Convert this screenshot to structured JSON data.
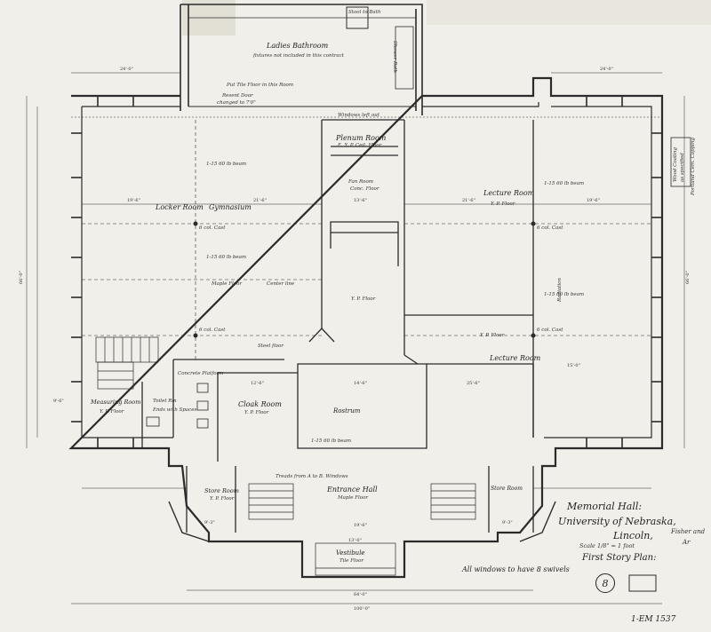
{
  "rooms": {
    "ladies_bathroom": "Ladies Bathroom",
    "locker_room": "Locker Room",
    "gymnasium": "Gymnasium",
    "plenum_room": "Plenum Room",
    "fan_room": "Fan Room",
    "lecture_room_1": "Lecture Room",
    "lecture_room_2": "Lecture Room",
    "measuring_room": "Measuring Room",
    "toilet_room": "Toilet Rm",
    "cloak_room": "Cloak Room",
    "rostrum": "Rostrum",
    "store_room_left": "Store Room",
    "store_room_right": "Store Room",
    "entrance_hall": "Entrance Hall",
    "vestibule": "Vestibule"
  },
  "notes": {
    "fixtures": "fixtures not included in this contract",
    "tile_floor": "Put Tile Floor in this Room",
    "resent_door": "Resent Door",
    "changed_to": "changed to 7'0\"",
    "plenum_floor": "E. Y. P. Ceil. Floor",
    "fan_floor": "Conc. Floor",
    "maple_floor": "Maple Floor",
    "center_line": "Center line",
    "ypf_1": "Y. P. Floor",
    "ypf_2": "Y. P. Floor",
    "ypf_3": "Y. P. Floor",
    "ypf_4": "Y. P. Floor",
    "ypf_5": "Y. P. Floor",
    "ypf_6": "Y. P. Floor",
    "entrance_floor": "Maple Floor",
    "vestibule_floor": "Tile Floor",
    "shower": "Shower Bath",
    "stool": "Stool to Bath",
    "windows": "Windows left out",
    "col_1": "6 col. Cast",
    "col_2": "6 col. Cast",
    "col_3": "6 col. Cast",
    "col_4": "6 col. Cast",
    "beam_1": "1-15 60 lb beam",
    "beam_2": "1-15 60 lb beam",
    "beam_3": "1-15 60 lb beam",
    "beam_4": "1-15 60 lb beam",
    "beam_5": "1-15 60 lb beam",
    "steel_floor": "Steel floor",
    "conc_plat": "Concrete Platform",
    "radiation": "Radiation",
    "side_note_1": "Wood Coating",
    "side_note_2": "as specified",
    "side_note_3": "Portland Cem. Capping",
    "stair_note": "Treads from A to B. Windows",
    "ends_spaces": "Ends with Spaces"
  },
  "dimensions": {
    "top_overall": "24'-0\"",
    "top_right": "24'-0\"",
    "bottom_overall": "100'-0\"",
    "bottom_mid": "64'-0\"",
    "left_overall": "66'-0\"",
    "right_overall": "66'-0\"",
    "gym_width": "19'-6\"",
    "gym_mid": "21'-6\"",
    "lecture_width": "21'-6\"",
    "lecture_right": "19'-6\"",
    "fan_width": "13'-6\"",
    "cloak_width": "12'-6\"",
    "rostrum_width": "14'-6\"",
    "store_left": "9'-3\"",
    "store_right": "9'-3\"",
    "vestibule_w": "13'-0\"",
    "lecture2_w": "25'-6\"",
    "measure_h": "9'-6\"",
    "lecture2_h": "15'-0\"",
    "entrance_w": "19'-6\""
  },
  "title_block": {
    "line1": "Memorial Hall:",
    "line2": "University of Nebraska,",
    "line3": "Lincoln,",
    "scale": "Scale 1/8\" = 1 foot",
    "plan": "First Story Plan:",
    "windows_note": "All windows to have 8 swivels",
    "architect_1": "Fisher and",
    "architect_2": "Ar",
    "sheet_no": "8",
    "drawing_no": "1-EM 1537"
  }
}
